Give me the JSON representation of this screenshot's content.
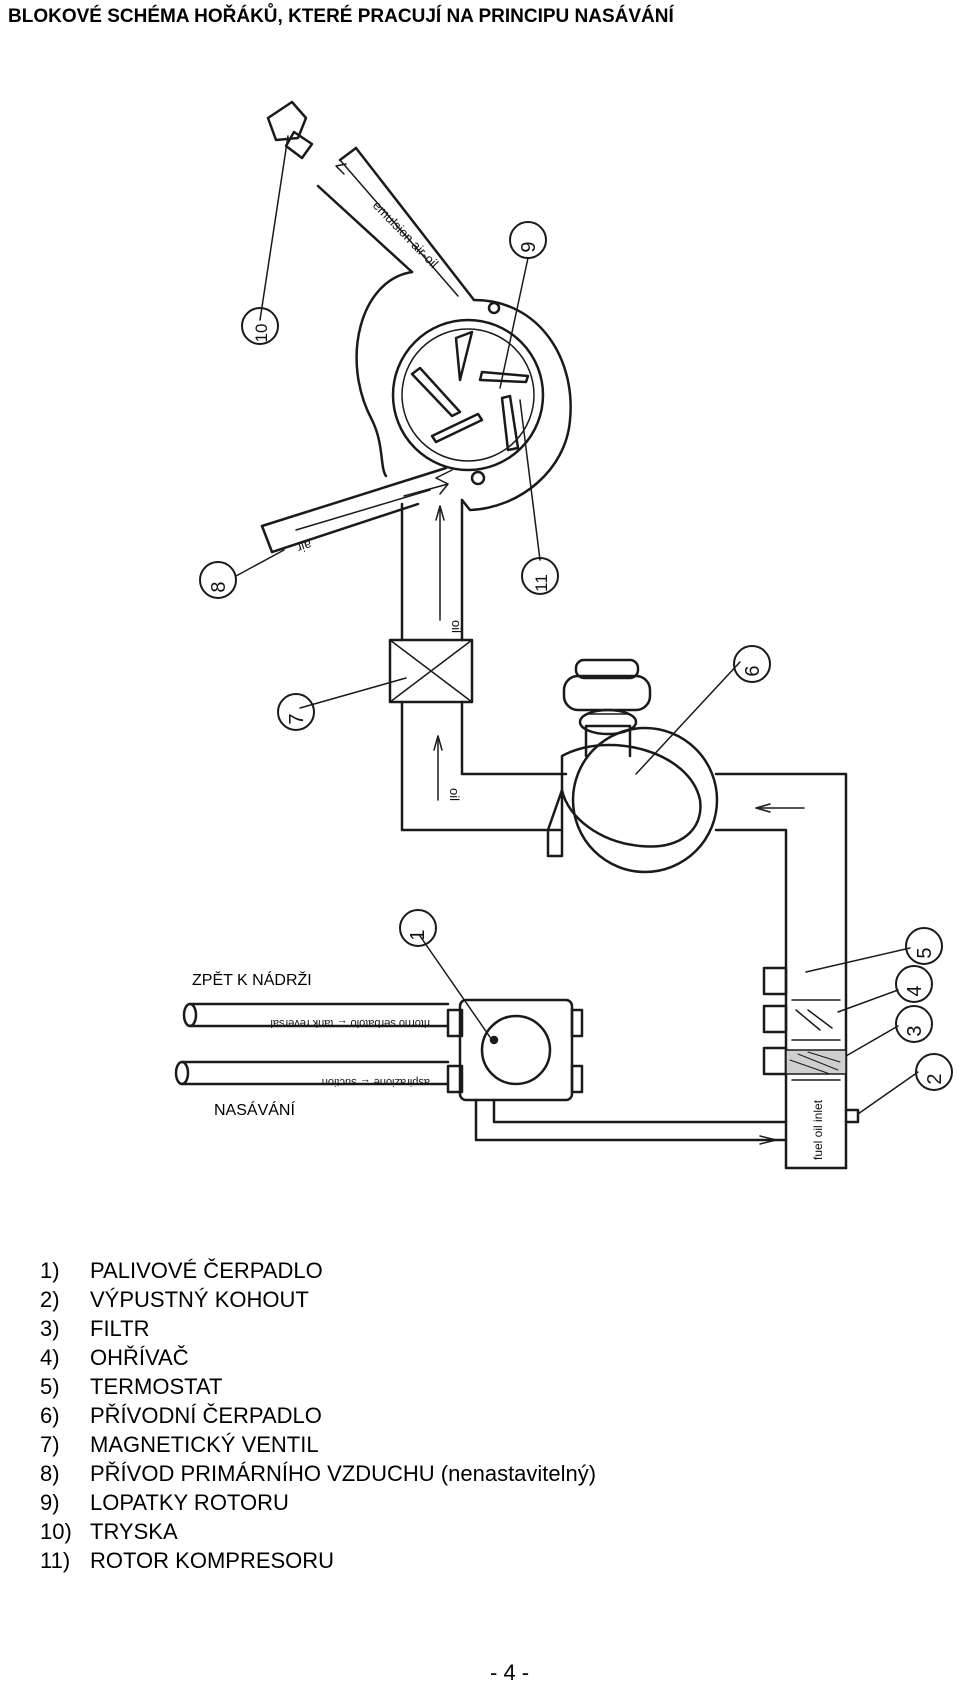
{
  "page": {
    "title": "BLOKOVÉ SCHÉMA HOŘÁKŮ, KTERÉ PRACUJÍ NA PRINCIPU NASÁVÁNÍ",
    "page_number": "- 4 -"
  },
  "diagram": {
    "side_labels": {
      "return": "ZPĚT K NÁDRŽI",
      "suction": "NASÁVÁNÍ"
    },
    "pipe_labels": {
      "emulsion": "emulsion air-oil",
      "air": "air",
      "oil_upper": "oil",
      "oil_lower": "oil",
      "tank_reversal": "ritorno serbatoio ← tank reversal",
      "suction": "aspirazione ← suction",
      "fuel_inlet": "fuel oil inlet"
    },
    "callouts": [
      "1",
      "2",
      "3",
      "4",
      "5",
      "6",
      "7",
      "8",
      "9",
      "10",
      "11"
    ]
  },
  "legend": [
    {
      "num": "1)",
      "label": "PALIVOVÉ ČERPADLO"
    },
    {
      "num": "2)",
      "label": "VÝPUSTNÝ KOHOUT"
    },
    {
      "num": "3)",
      "label": "FILTR"
    },
    {
      "num": "4)",
      "label": "OHŘÍVAČ"
    },
    {
      "num": "5)",
      "label": "TERMOSTAT"
    },
    {
      "num": "6)",
      "label": "PŘÍVODNÍ ČERPADLO"
    },
    {
      "num": "7)",
      "label": "MAGNETICKÝ VENTIL"
    },
    {
      "num": "8)",
      "label": "PŘÍVOD PRIMÁRNÍHO VZDUCHU (nenastavitelný)"
    },
    {
      "num": "9)",
      "label": "LOPATKY ROTORU"
    },
    {
      "num": "10)",
      "label": "TRYSKA"
    },
    {
      "num": "11)",
      "label": "ROTOR KOMPRESORU"
    }
  ]
}
